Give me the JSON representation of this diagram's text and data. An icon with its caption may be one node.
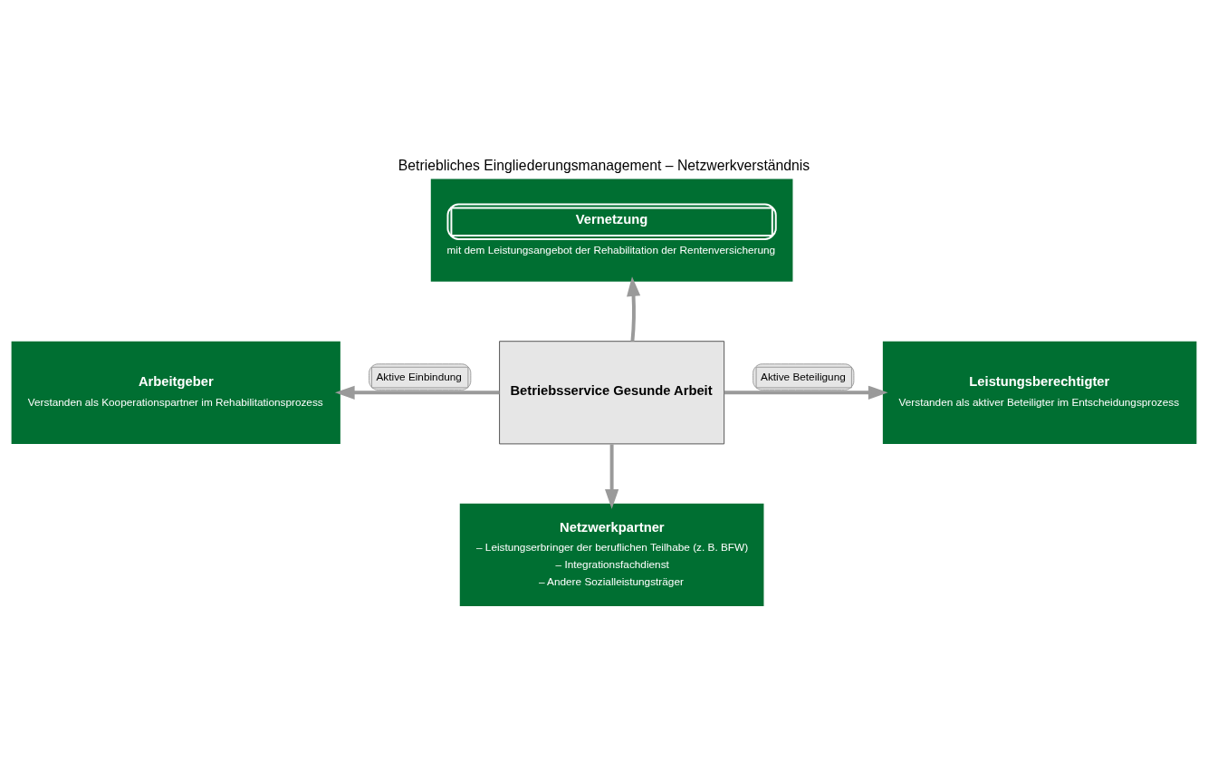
{
  "diagram": {
    "title": "Betriebliches Eingliederungsmanagement – Netzwerkverständnis",
    "nodes": [
      {
        "text": [
          "Vernetzung",
          "mit dem Leistungsangebot der Rehabilitation der Rentenversicherung"
        ]
      },
      {
        "text": [
          "Arbeitgeber",
          "Verstanden als Kooperationspartner im Rehabilitationsprozess"
        ]
      },
      {
        "text": [
          "Betriebsservice Gesunde Arbeit"
        ]
      },
      {
        "text": [
          "Leistungsberechtigter",
          "Verstanden als aktiver Beteiligter im Entscheidungsprozess"
        ]
      },
      {
        "text": [
          "Netzwerkpartner",
          "– Leistungserbringer der beruflichen Teilhabe (z. B. BFW)",
          "– Integrationsfachdienst",
          "– Andere Sozialleistungsträger"
        ]
      }
    ],
    "edges": [
      {
        "from": 2,
        "to": 0,
        "arrow": "to"
      },
      {
        "from": 2,
        "to": 1,
        "arrow": "to",
        "label": "Aktive Einbindung"
      },
      {
        "from": 2,
        "to": 3,
        "arrow": "to",
        "label": "Aktive Beteiligung"
      },
      {
        "from": 2,
        "to": 4,
        "arrow": "to"
      }
    ]
  }
}
